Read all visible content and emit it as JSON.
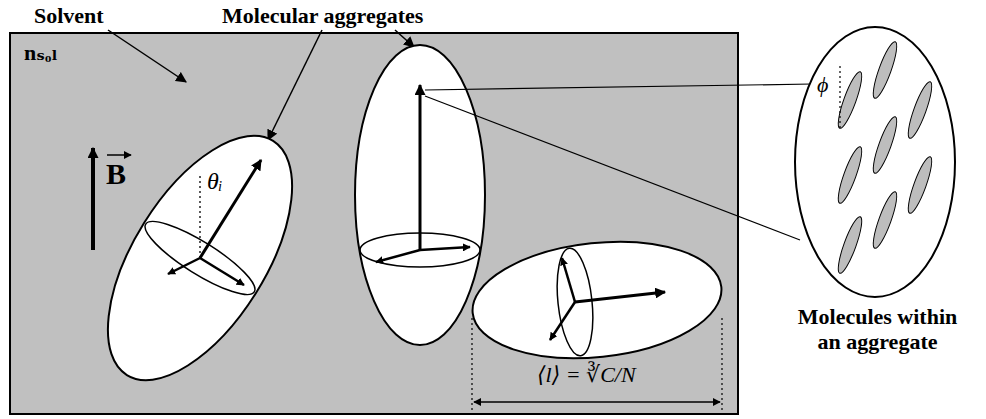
{
  "diagram": {
    "nodes": [
      {
        "text": [
          "nₛₒₗ",
          "B",
          "⟨l⟩ = ∛C/N"
        ]
      },
      {
        "text": [
          "θᵢ"
        ],
        "in": 0
      },
      {
        "text": [
          "ϕ",
          "Molecules within an aggregate"
        ]
      }
    ],
    "labels": [
      "Solvent",
      "Molecular aggregates"
    ]
  }
}
